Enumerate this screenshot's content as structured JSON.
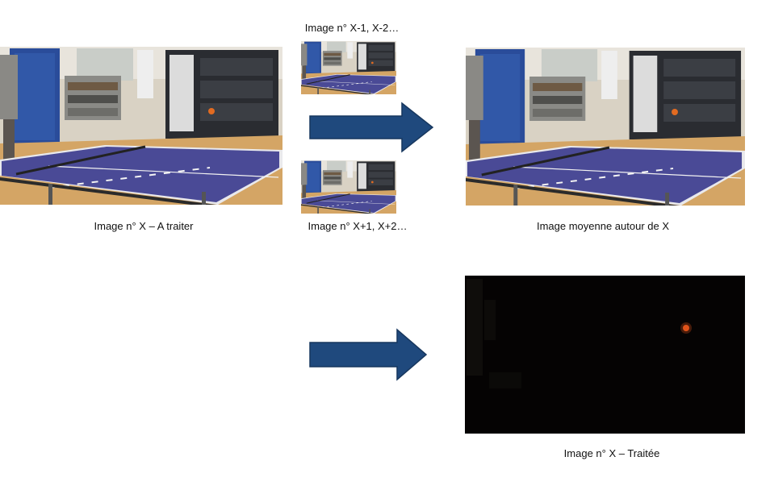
{
  "captions": {
    "frame_to_process": "Image n° X – A traiter",
    "previous_frames": "Image n° X-1, X-2…",
    "next_frames": "Image n° X+1, X+2…",
    "mean_image": "Image moyenne autour de X",
    "processed_frame": "Image n° X – Traitée"
  },
  "colors": {
    "arrow_fill": "#1f497d",
    "table_blue": "#4a4a96",
    "processed_background": "#050303",
    "ball_highlight": "#e0541a"
  },
  "icons": {
    "arrow_top": "right-arrow-icon",
    "arrow_bottom": "right-arrow-icon"
  }
}
